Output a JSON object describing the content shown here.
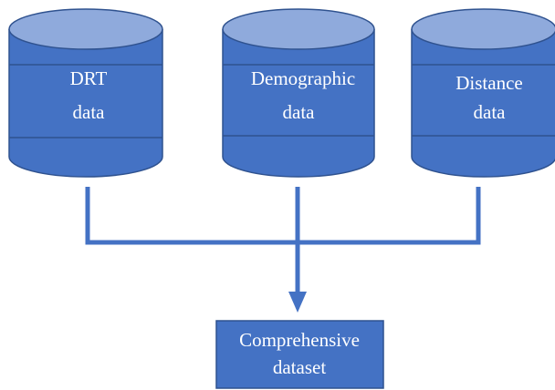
{
  "sources": [
    {
      "line1": "DRT",
      "line2": "data"
    },
    {
      "line1": "Demographic",
      "line2": "data"
    },
    {
      "line1": "Distance",
      "line2": "data"
    }
  ],
  "output": {
    "line1": "Comprehensive",
    "line2": "dataset"
  },
  "colors": {
    "fill": "#4472c4",
    "top": "#8faadc",
    "stroke": "#2f528f",
    "connector": "#4472c4",
    "text": "#ffffff"
  }
}
